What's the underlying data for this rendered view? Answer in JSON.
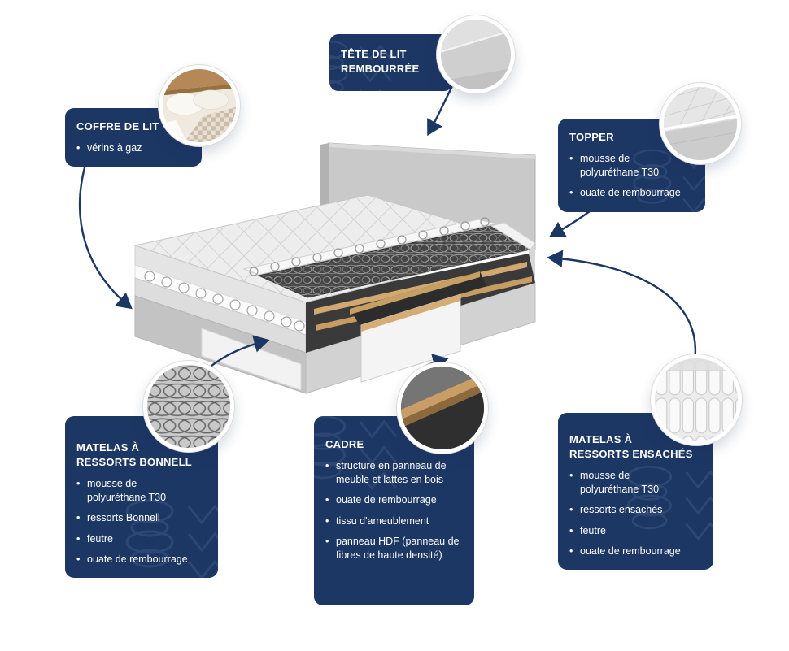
{
  "diagram": {
    "background": "#ffffff",
    "panel_color": "#1d3765",
    "text_color": "#ffffff",
    "arrow_color": "#1d3765",
    "callouts": [
      {
        "id": "headboard",
        "photo": "upholstered-fabric-photo",
        "title_lines": [
          "TÊTE DE LIT",
          "REMBOURRÉE"
        ],
        "bullets": []
      },
      {
        "id": "bed-storage",
        "photo": "storage-bedding-photo",
        "title_lines": [
          "COFFRE DE LIT"
        ],
        "bullets": [
          "vérins à gaz"
        ]
      },
      {
        "id": "topper",
        "photo": "topper-corner-photo",
        "title_lines": [
          "TOPPER"
        ],
        "bullets": [
          "mousse de polyuréthane T30",
          "ouate de rembourrage"
        ]
      },
      {
        "id": "bonnell-mattress",
        "photo": "bonnell-springs-photo",
        "title_lines": [
          "MATELAS À",
          "RESSORTS BONNELL"
        ],
        "bullets": [
          "mousse de polyuréthane T30",
          "ressorts Bonnell",
          "feutre",
          "ouate de rembourrage"
        ]
      },
      {
        "id": "frame",
        "photo": "frame-corner-photo",
        "title_lines": [
          "CADRE"
        ],
        "bullets": [
          "structure en panneau de meuble et lattes en bois",
          "ouate de rembourrage",
          "tissu d'ameublement",
          "panneau HDF (panneau de fibres de haute densité)"
        ]
      },
      {
        "id": "pocket-mattress",
        "photo": "pocket-springs-photo",
        "title_lines": [
          "MATELAS À",
          "RESSORTS ENSACHÉS"
        ],
        "bullets": [
          "mousse de polyuréthane T30",
          "ressorts ensachés",
          "feutre",
          "ouate de rembourrage"
        ]
      }
    ]
  }
}
